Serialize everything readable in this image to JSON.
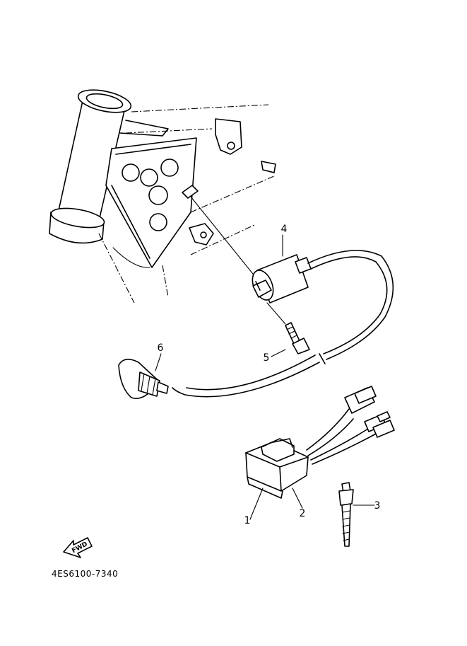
{
  "diagram": {
    "callouts": [
      {
        "id": "1",
        "label": "1"
      },
      {
        "id": "2",
        "label": "2"
      },
      {
        "id": "3",
        "label": "3"
      },
      {
        "id": "4",
        "label": "4"
      },
      {
        "id": "5",
        "label": "5"
      },
      {
        "id": "6",
        "label": "6"
      }
    ],
    "fwd_label": "FWD",
    "part_code": "4ES6100-7340"
  }
}
